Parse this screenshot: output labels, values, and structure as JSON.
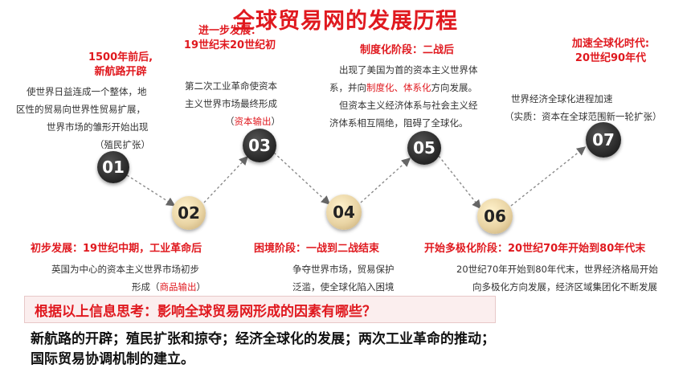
{
  "title": "全球贸易网的发展历程",
  "stages": [
    {
      "num": "01",
      "heading_l1": "1500年前后,",
      "heading_l2": "新航路开辟",
      "lines": [
        "使世界日益连成一个整体，地",
        "区性的贸易向世界性贸易扩展，",
        "世界市场的雏形开始出现",
        "（殖民扩张）"
      ]
    },
    {
      "num": "02",
      "heading": "初步发展：19世纪中期，工业革命后",
      "line1": "英国为中心的资本主义世界市场初步",
      "line2_pre": "形成（",
      "line2_hl": "商品输出",
      "line2_post": "）"
    },
    {
      "num": "03",
      "heading_l1": "进一步发展：",
      "heading_l2": "19世纪末20世纪初",
      "line1": "第二次工业革命使资本",
      "line2": "主义世界市场最终形成",
      "line3_pre": "（",
      "line3_hl": "资本输出",
      "line3_post": "）"
    },
    {
      "num": "04",
      "heading": "困境阶段：一战到二战结束",
      "line1": "争夺世界市场，贸易保护",
      "line2": "泛滥，使全球化陷入困境"
    },
    {
      "num": "05",
      "heading": "制度化阶段：二战后",
      "line1": "出现了美国为首的资本主义世界体",
      "line2_pre": "系，并向",
      "line2_hl": "制度化、体系化",
      "line2_post": "方向发展。",
      "line3": "但资本主义经济体系与社会主义经",
      "line4": "济体系相互隔绝，阻碍了全球化。"
    },
    {
      "num": "06",
      "heading": "开始多极化阶段：20世纪70年开始到80年代末",
      "line1": "20世纪70年开始到80年代末，世界经济格局开始",
      "line2": "向多极化方向发展，经济区域集团化不断发展"
    },
    {
      "num": "07",
      "heading_l1": "加速全球化时代:",
      "heading_l2": "20世纪90年代",
      "line1": "世界经济全球化进程加速",
      "line2": "（实质：资本在全球范围新一轮扩张）"
    }
  ],
  "question": "根据以上信息思考：影响全球贸易网形成的因素有哪些？",
  "answer_l1": "新航路的开辟；殖民扩张和掠夺；经济全球化的发展；两次工业革命的推动；",
  "answer_l2": "国际贸易协调机制的建立。"
}
